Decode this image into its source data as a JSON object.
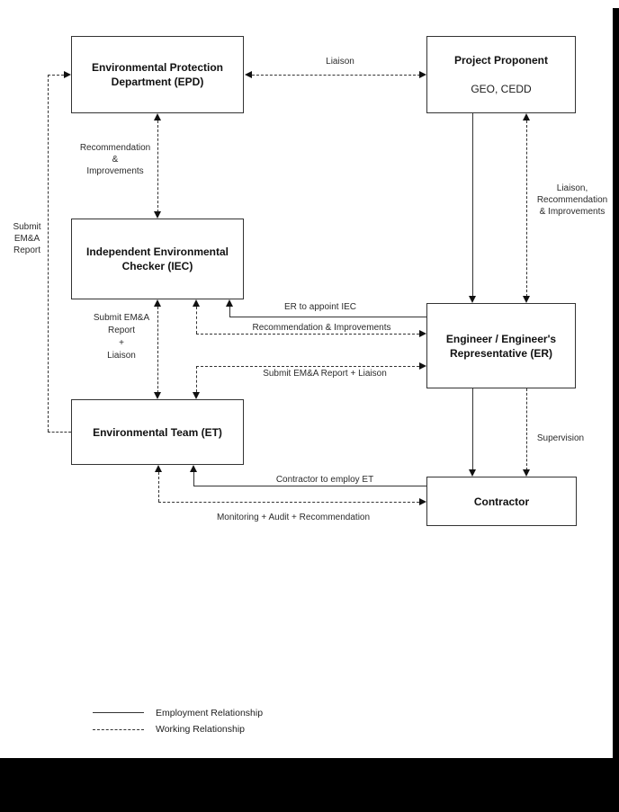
{
  "diagram": {
    "boxes": {
      "epd": {
        "label": "Environmental Protection\nDepartment (EPD)"
      },
      "project_proponent": {
        "title": "Project Proponent",
        "subtitle": "GEO, CEDD"
      },
      "iec": {
        "label": "Independent Environmental\nChecker (IEC)"
      },
      "er": {
        "label": "Engineer / Engineer's\nRepresentative (ER)"
      },
      "et": {
        "label": "Environmental Team (ET)"
      },
      "contractor": {
        "label": "Contractor"
      }
    },
    "edge_labels": {
      "liaison": "Liaison",
      "recommendation_improvements_vertical": "Recommendation\n&\nImprovements",
      "submit_ema_report_left": "Submit\nEM&A\nReport",
      "liaison_recommendation_improvements": "Liaison,\nRecommendation\n& Improvements",
      "submit_ema_report_liaison_vertical": "Submit EM&A\nReport\n+\nLiaison",
      "er_to_appoint_iec": "ER to appoint IEC",
      "recommendation_improvements_horizontal": "Recommendation & Improvements",
      "submit_ema_report_liaison_horizontal": "Submit EM&A Report + Liaison",
      "supervision": "Supervision",
      "contractor_to_employ_et": "Contractor to employ ET",
      "monitoring_audit_recommendation": "Monitoring + Audit + Recommendation"
    },
    "legend": {
      "employment": "Employment Relationship",
      "working": "Working Relationship"
    },
    "colors": {
      "line": "#333333",
      "text": "#1c1c1c",
      "background": "#ffffff",
      "frame": "#000000"
    }
  }
}
